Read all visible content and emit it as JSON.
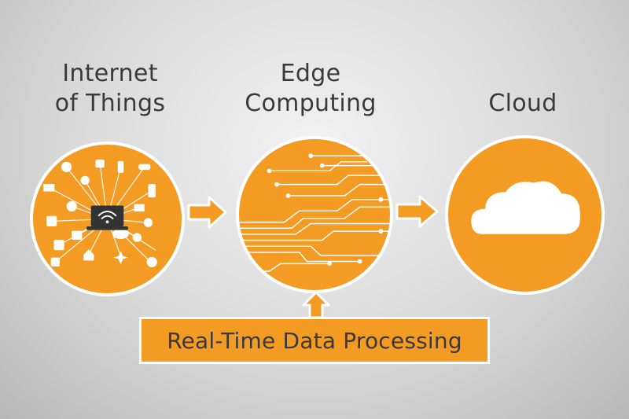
{
  "stages": [
    {
      "title": "Internet\nof Things"
    },
    {
      "title": "Edge\nComputing"
    },
    {
      "title": "Cloud"
    }
  ],
  "process_label": "Real-Time Data Processing",
  "colors": {
    "accent": "#f39b23",
    "outline": "#ffffff",
    "text": "#3a3a3a"
  },
  "iot_icons": [
    "globe-icon",
    "lock-icon",
    "watch-icon",
    "car-icon",
    "mail-icon",
    "gear-icon",
    "phone-icon",
    "headphones-icon",
    "laptop-wifi-icon",
    "cart-icon",
    "camera-icon",
    "location-pin-icon",
    "washing-machine-icon",
    "cloud-icon",
    "search-icon",
    "first-aid-icon",
    "home-icon",
    "airplane-icon",
    "lightbulb-icon"
  ]
}
